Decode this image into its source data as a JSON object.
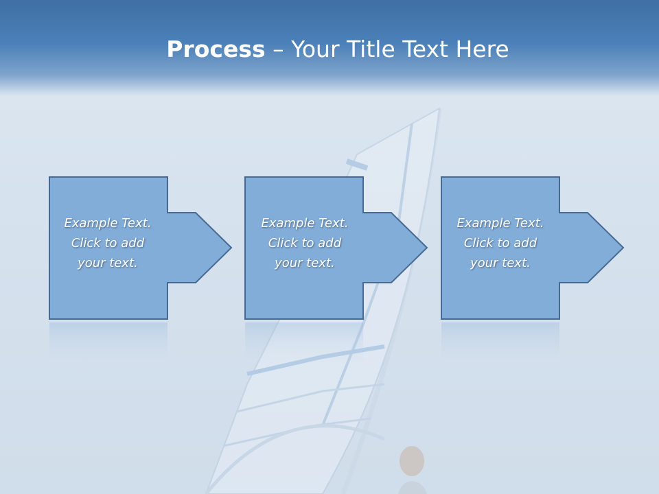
{
  "title": {
    "bold": "Process",
    "rest": " – Your Title Text Here"
  },
  "steps": [
    {
      "lines": [
        "Example Text.",
        "Click  to add",
        "your text."
      ]
    },
    {
      "lines": [
        "Example Text.",
        "Click  to add",
        "your text."
      ]
    },
    {
      "lines": [
        "Example Text.",
        "Click  to add",
        "your text."
      ]
    }
  ],
  "colors": {
    "header": "#4a7fb6",
    "box_fill": "#83add9",
    "box_stroke": "#466a93",
    "background": "#d6e2ee"
  }
}
